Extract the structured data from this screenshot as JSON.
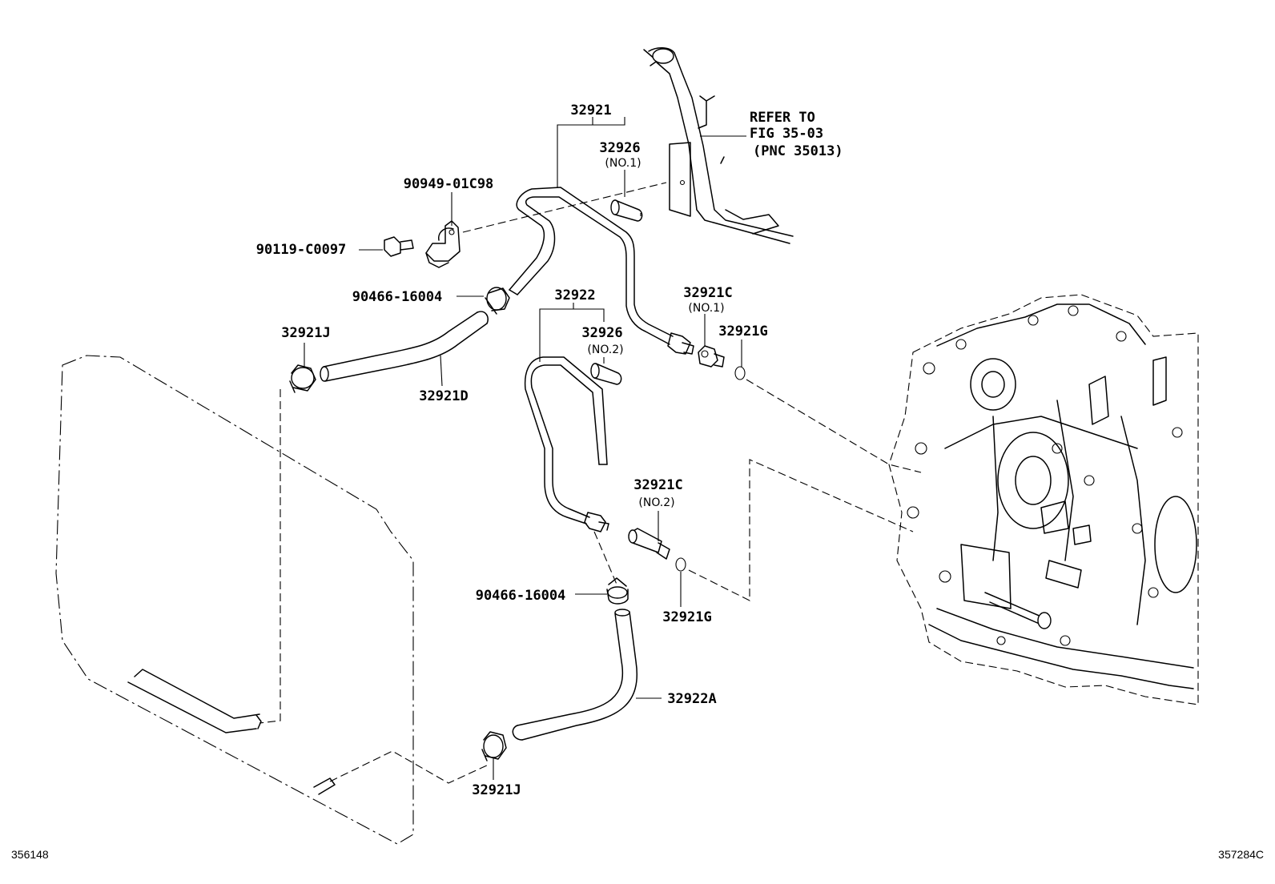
{
  "labels": {
    "l32921": "32921",
    "l32926_1": "32926",
    "l32926_1_sub": "(NO.1)",
    "l90949": "90949-01C98",
    "l90119": "90119-C0097",
    "l90466_top": "90466-16004",
    "l32921J_top": "32921J",
    "l32921D": "32921D",
    "l32922": "32922",
    "l32926_2": "32926",
    "l32926_2_sub": "(NO.2)",
    "l32921C_1": "32921C",
    "l32921C_1_sub": "(NO.1)",
    "l32921G_top": "32921G",
    "l32921C_2": "32921C",
    "l32921C_2_sub": "(NO.2)",
    "l90466_bot": "90466-16004",
    "l32921G_bot": "32921G",
    "l32922A": "32922A",
    "l32921J_bot": "32921J"
  },
  "refer": {
    "line1": "REFER TO",
    "line2": "FIG 35-03",
    "line3": "(PNC 35013)"
  },
  "corners": {
    "left": "356148",
    "right": "357284C"
  }
}
